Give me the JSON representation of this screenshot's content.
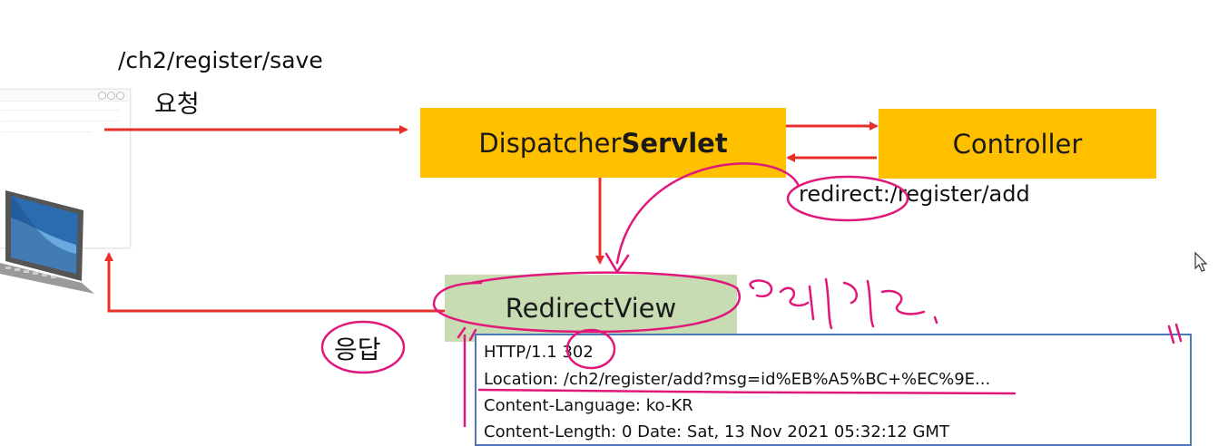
{
  "request": {
    "url": "/ch2/register/save",
    "label": "요청"
  },
  "dispatcher": {
    "prefix": "Dispatcher",
    "bold": "Servlet"
  },
  "controller": {
    "label": "Controller"
  },
  "controller_return": "redirect:/register/add",
  "redirect_view": {
    "label": "RedirectView"
  },
  "response": {
    "label": "응답"
  },
  "http_response": {
    "status_prefix": "HTTP/1.1 ",
    "status_code": "302",
    "location": "Location: /ch2/register/add?msg=id%EB%A5%BC+%EC%9E...",
    "content_language": "Content-Language: ko-KR",
    "partial_line": "Content-Length: 0 Date: Sat, 13 Nov 2021 05:32:12 GMT"
  },
  "colors": {
    "box_orange": "#ffc000",
    "box_green": "#c8dcb4",
    "arrow_red": "#e8302a",
    "annotation_pink": "#e0187a",
    "panel_border": "#4a78b8"
  },
  "icons": {
    "client": "laptop-icon",
    "browser": "browser-window-icon",
    "cursor": "mouse-pointer-icon"
  }
}
